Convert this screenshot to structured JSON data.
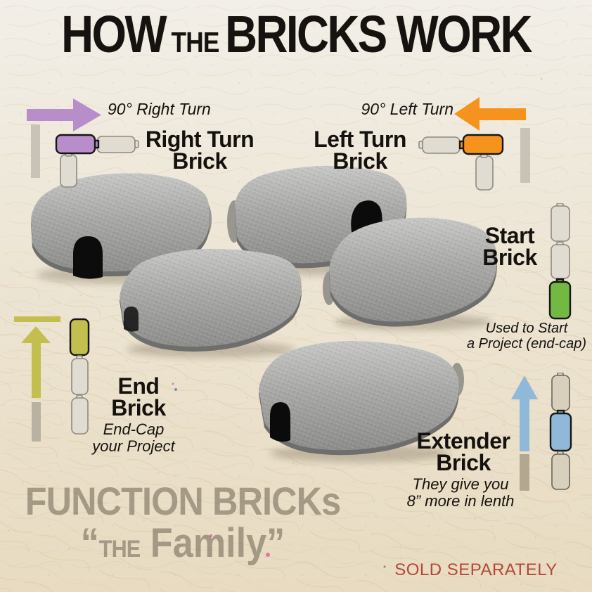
{
  "title": {
    "word1": "HOW",
    "word2": "THE",
    "word3": "BRICKS WORK"
  },
  "colors": {
    "purple": "#b78ec9",
    "orange": "#f6931d",
    "green": "#74b844",
    "olive": "#c2bf4e",
    "blue": "#90b8d8",
    "mini_gray": "#e0dcd2",
    "sold_red": "#b5473a"
  },
  "right_turn": {
    "arrow_label": "90° Right Turn",
    "name_line1": "Right Turn",
    "name_line2": "Brick"
  },
  "left_turn": {
    "arrow_label": "90° Left Turn",
    "name_line1": "Left Turn",
    "name_line2": "Brick"
  },
  "start_brick": {
    "name_line1": "Start",
    "name_line2": "Brick",
    "desc_line1": "Used to Start",
    "desc_line2": "a Project (end-cap)"
  },
  "end_brick": {
    "name_line1": "End",
    "name_line2": "Brick",
    "desc_line1": "End-Cap",
    "desc_line2": "your Project"
  },
  "extender_brick": {
    "name_line1": "Extender",
    "name_line2": "Brick",
    "desc_line1": "They give you",
    "desc_line2": "8” more in lenth"
  },
  "footer": {
    "watermark_line1": "FUNCTION BRICKs",
    "wm_quote_open": "“",
    "wm_the": "THE",
    "wm_family": " Family”",
    "sold_separately": "SOLD SEPARATELY"
  }
}
